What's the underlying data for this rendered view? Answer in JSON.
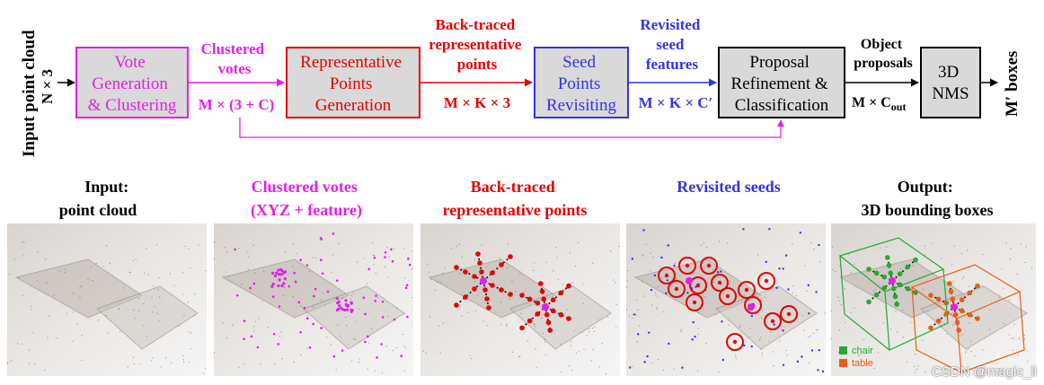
{
  "colors": {
    "magenta": "#e61ee6",
    "red": "#e60000",
    "blue": "#3333e6",
    "box_fill": "#d9d9d9",
    "black": "#000000",
    "legend_chair": "#22aa33",
    "legend_table": "#f05a14"
  },
  "pipeline": {
    "input_label": "Input point cloud",
    "input_dim": "N × 3",
    "vote_box": [
      "Vote",
      "Generation",
      "& Clustering"
    ],
    "clustered_label": [
      "Clustered",
      "votes"
    ],
    "clustered_dim": "M × (3 + C)",
    "rep_box": [
      "Representative",
      "Points",
      "Generation"
    ],
    "backtraced_label": [
      "Back-traced",
      "representative",
      "points"
    ],
    "backtraced_dim": "M × K × 3",
    "seed_box": [
      "Seed",
      "Points",
      "Revisiting"
    ],
    "revisited_label": [
      "Revisited",
      "seed",
      "features"
    ],
    "revisited_dim": "M × K × C′",
    "proposal_box": [
      "Proposal",
      "Refinement &",
      "Classification"
    ],
    "object_label": [
      "Object",
      "proposals"
    ],
    "object_dim_main": "M × C",
    "object_dim_sub": "out",
    "nms_box": [
      "3D",
      "NMS"
    ],
    "output_label": "M′ boxes"
  },
  "panels": [
    {
      "title": [
        "Input:",
        "point cloud"
      ]
    },
    {
      "title": [
        "Clustered votes",
        "(XYZ + feature)"
      ]
    },
    {
      "title": [
        "Back-traced",
        "representative points"
      ]
    },
    {
      "title": [
        "Revisited seeds"
      ]
    },
    {
      "title": [
        "Output:",
        "3D bounding boxes"
      ]
    }
  ],
  "legend": {
    "chair": "chair",
    "table": "table"
  },
  "watermark": "CSDN @magic_ll"
}
